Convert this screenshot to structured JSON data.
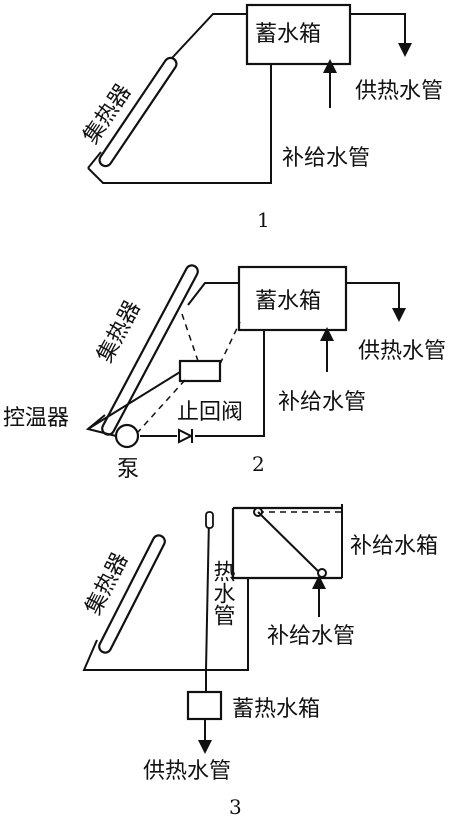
{
  "diagram1": {
    "tank": "蓄水箱",
    "collector": "集热器",
    "supply_pipe": "供热水管",
    "makeup_pipe": "补给水管",
    "number": "1"
  },
  "diagram2": {
    "tank": "蓄水箱",
    "collector": "集热器",
    "supply_pipe": "供热水管",
    "makeup_pipe": "补给水管",
    "check_valve": "止回阀",
    "controller": "控温器",
    "pump": "泵",
    "number": "2"
  },
  "diagram3": {
    "collector": "集热器",
    "hot_pipe": "热水管",
    "makeup_tank": "补给水箱",
    "makeup_pipe": "补给水管",
    "storage_tank": "蓄热水箱",
    "supply_pipe": "供热水管",
    "number": "3"
  }
}
